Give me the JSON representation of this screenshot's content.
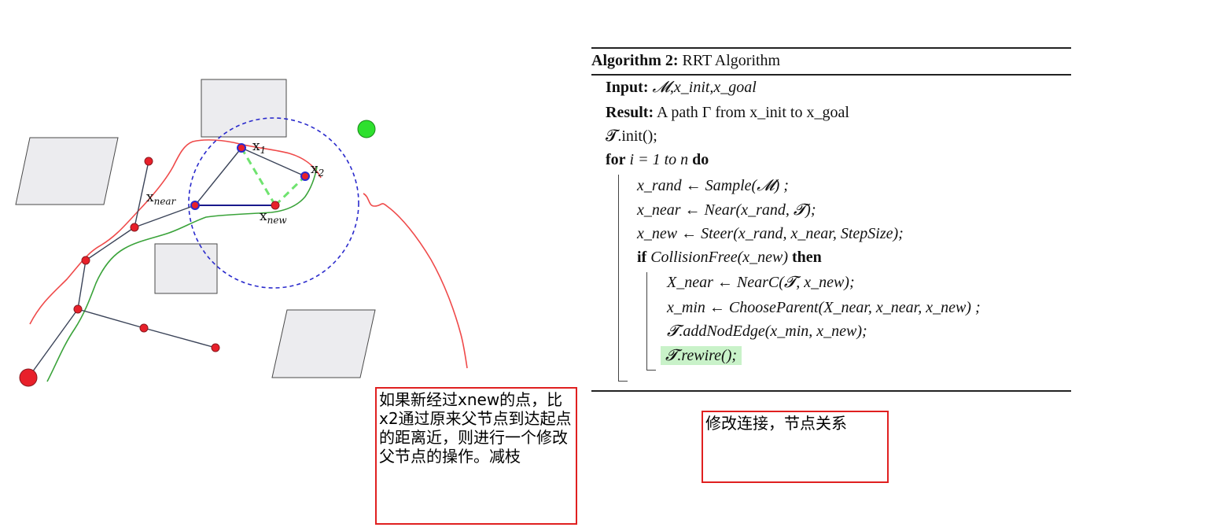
{
  "diagram": {
    "labels": {
      "x1": "x",
      "x1_sub": "1",
      "x2": "x",
      "x2_sub": "2",
      "xnear": "x",
      "xnear_sub": "near",
      "xnew": "x",
      "xnew_sub": "new"
    },
    "colors": {
      "obstacle_fill": "#ececef",
      "tree_edge": "#3a4358",
      "node": "#e8202a",
      "start_node": "#e8202a",
      "goal_node": "#2ee02e",
      "new_edge": "#1a1a8c",
      "rewire_edge": "#6fe36f",
      "radius_circle": "#2a2acc",
      "bound_red": "#ef4a4a",
      "bound_green": "#3aa33a"
    }
  },
  "algorithm": {
    "title_bold": "Algorithm 2:",
    "title_rest": " RRT Algorithm",
    "input_label": "Input:",
    "input_value": " 𝓜,x_init,x_goal",
    "result_label": "Result:",
    "result_value": " A path Γ from x_init to x_goal",
    "init": "𝓣.init();",
    "for_kw": "for",
    "for_mid": " i = 1 ",
    "for_to": "to n",
    "for_do": " do",
    "line_rand": "x_rand ← Sample(𝓜) ;",
    "line_near": "x_near ← Near(x_rand, 𝓣);",
    "line_new": "x_new ← Steer(x_rand, x_near, StepSize);",
    "if_kw": "if",
    "if_cond": " CollisionFree(x_new) ",
    "if_then": "then",
    "line_Xnear": "X_near ← NearC(𝓣, x_new);",
    "line_min": "x_min ← ChooseParent(X_near, x_near, x_new) ;",
    "line_add": "𝓣.addNodEdge(x_min, x_new);",
    "line_rewire": "𝓣.rewire();"
  },
  "notes": {
    "left": "如果新经过xnew的点，比x2通过原来父节点到达起点的距离近，则进行一个修改父节点的操作。减枝",
    "right": "修改连接，节点关系"
  }
}
